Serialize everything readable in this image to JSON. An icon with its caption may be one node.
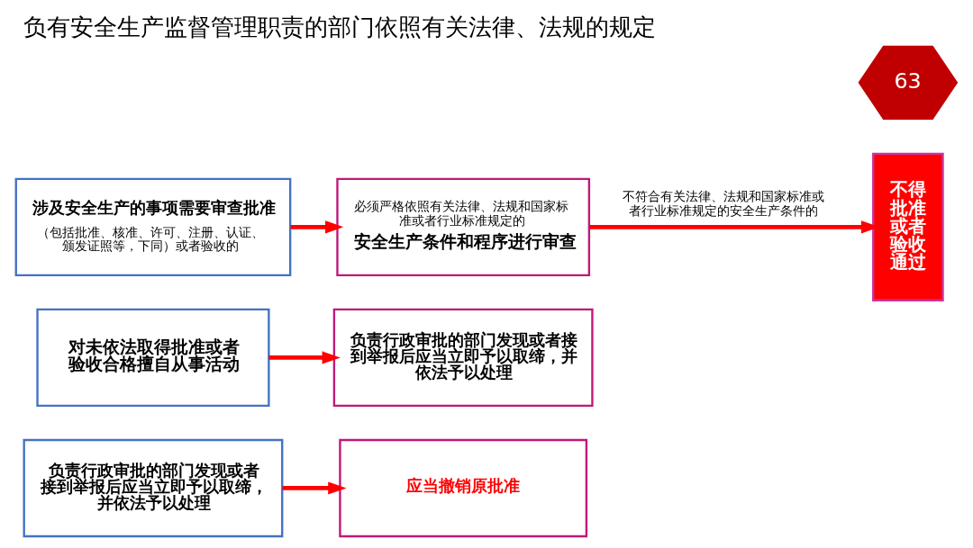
{
  "diagram": {
    "title": "负有安全生产监督管理职责的部门依照有关法律、法规的规定",
    "nodes": [
      {
        "text": [
          "63"
        ]
      },
      {
        "text": [
          "涉及安全生产的事项需要审查批准",
          "（包括批准、核准、许可、注册、认证、颁发证照等，下同）或者验收的"
        ]
      },
      {
        "text": [
          "必须严格依照有关法律、法规和国家标准或者行业标准规定的",
          "安全生产条件和程序进行审查"
        ]
      },
      {
        "text": [
          "不得批准或者验收通过"
        ]
      },
      {
        "text": [
          "对未依法取得批准或者验收合格擅自从事活动"
        ]
      },
      {
        "text": [
          "负责行政审批的部门发现或者接到举报后应当立即予以取缔，并依法予以处理"
        ]
      },
      {
        "text": [
          "负责行政审批的部门发现或者接到举报后应当立即予以取缔，并依法予以处理"
        ]
      },
      {
        "text": [
          "应当撤销原批准"
        ]
      }
    ],
    "edges": [
      {
        "from": 1,
        "to": 2,
        "arrow": "to"
      },
      {
        "from": 2,
        "to": 3,
        "arrow": "to",
        "label": "不符合有关法律、法规和国家标准或者行业标准规定的安全生产条件的"
      },
      {
        "from": 4,
        "to": 5,
        "arrow": "to"
      },
      {
        "from": 6,
        "to": 7,
        "arrow": "to"
      }
    ]
  }
}
